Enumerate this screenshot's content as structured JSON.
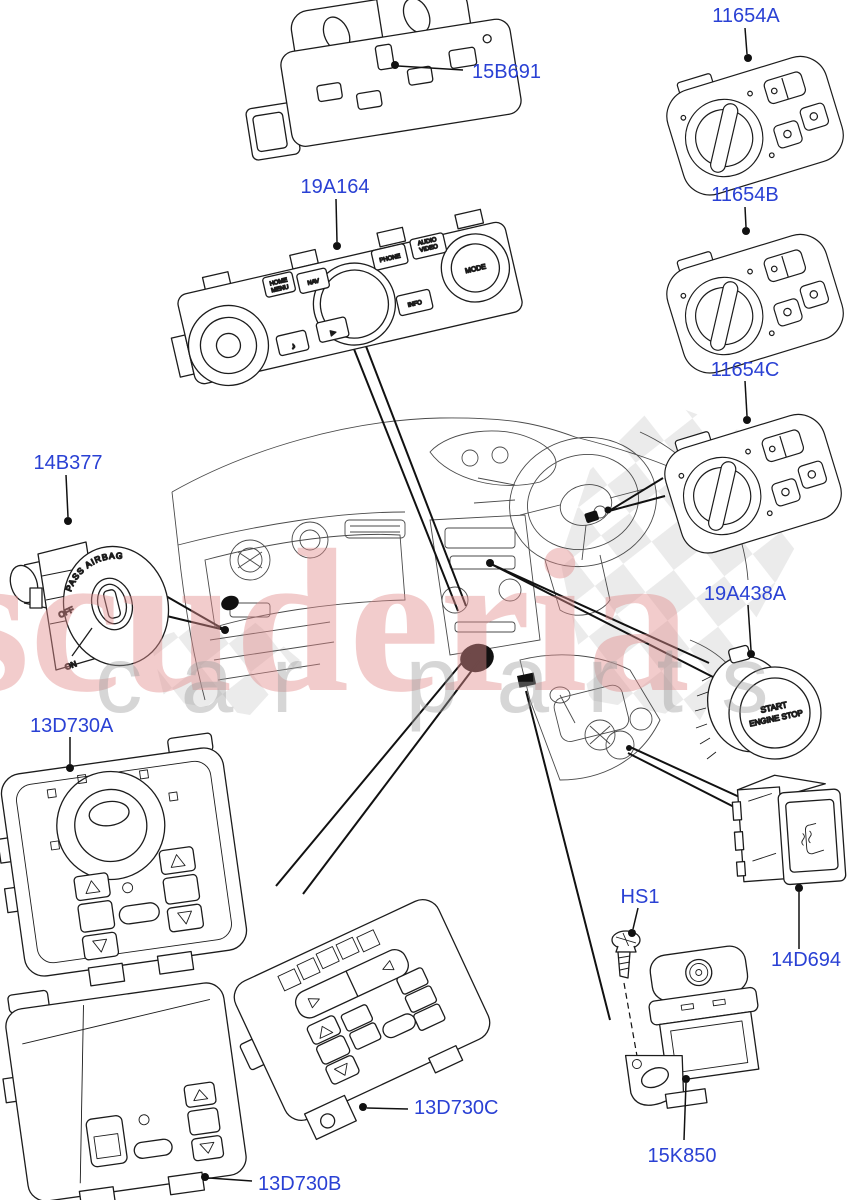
{
  "watermark": {
    "line1": "scuderia",
    "line2": "car parts"
  },
  "parts": [
    {
      "id": "15B691",
      "label": "15B691"
    },
    {
      "id": "19A164",
      "label": "19A164"
    },
    {
      "id": "11654A",
      "label": "11654A"
    },
    {
      "id": "11654B",
      "label": "11654B"
    },
    {
      "id": "11654C",
      "label": "11654C"
    },
    {
      "id": "14B377",
      "label": "14B377"
    },
    {
      "id": "19A438A",
      "label": "19A438A"
    },
    {
      "id": "13D730A",
      "label": "13D730A"
    },
    {
      "id": "13D730B",
      "label": "13D730B"
    },
    {
      "id": "13D730C",
      "label": "13D730C"
    },
    {
      "id": "HS1",
      "label": "HS1"
    },
    {
      "id": "15K850",
      "label": "15K850"
    },
    {
      "id": "14D694",
      "label": "14D694"
    }
  ],
  "drawing_texts": {
    "pass_airbag": "PASS AIRBAG",
    "off": "OFF",
    "on": "ON",
    "start": "START",
    "engine_stop": "ENGINE STOP",
    "home": "HOME",
    "menu": "MENU",
    "nav": "NAV",
    "phone": "PHONE",
    "audio": "AUDIO",
    "video": "VIDEO",
    "info": "INFO",
    "mode": "MODE",
    "note": "♪",
    "play": "▶"
  },
  "colors": {
    "part_label_blue": "#2a41d4",
    "line_black": "#1a1a1a",
    "watermark_pink": "#f0bcbc",
    "watermark_gray": "#dcdcdc"
  }
}
